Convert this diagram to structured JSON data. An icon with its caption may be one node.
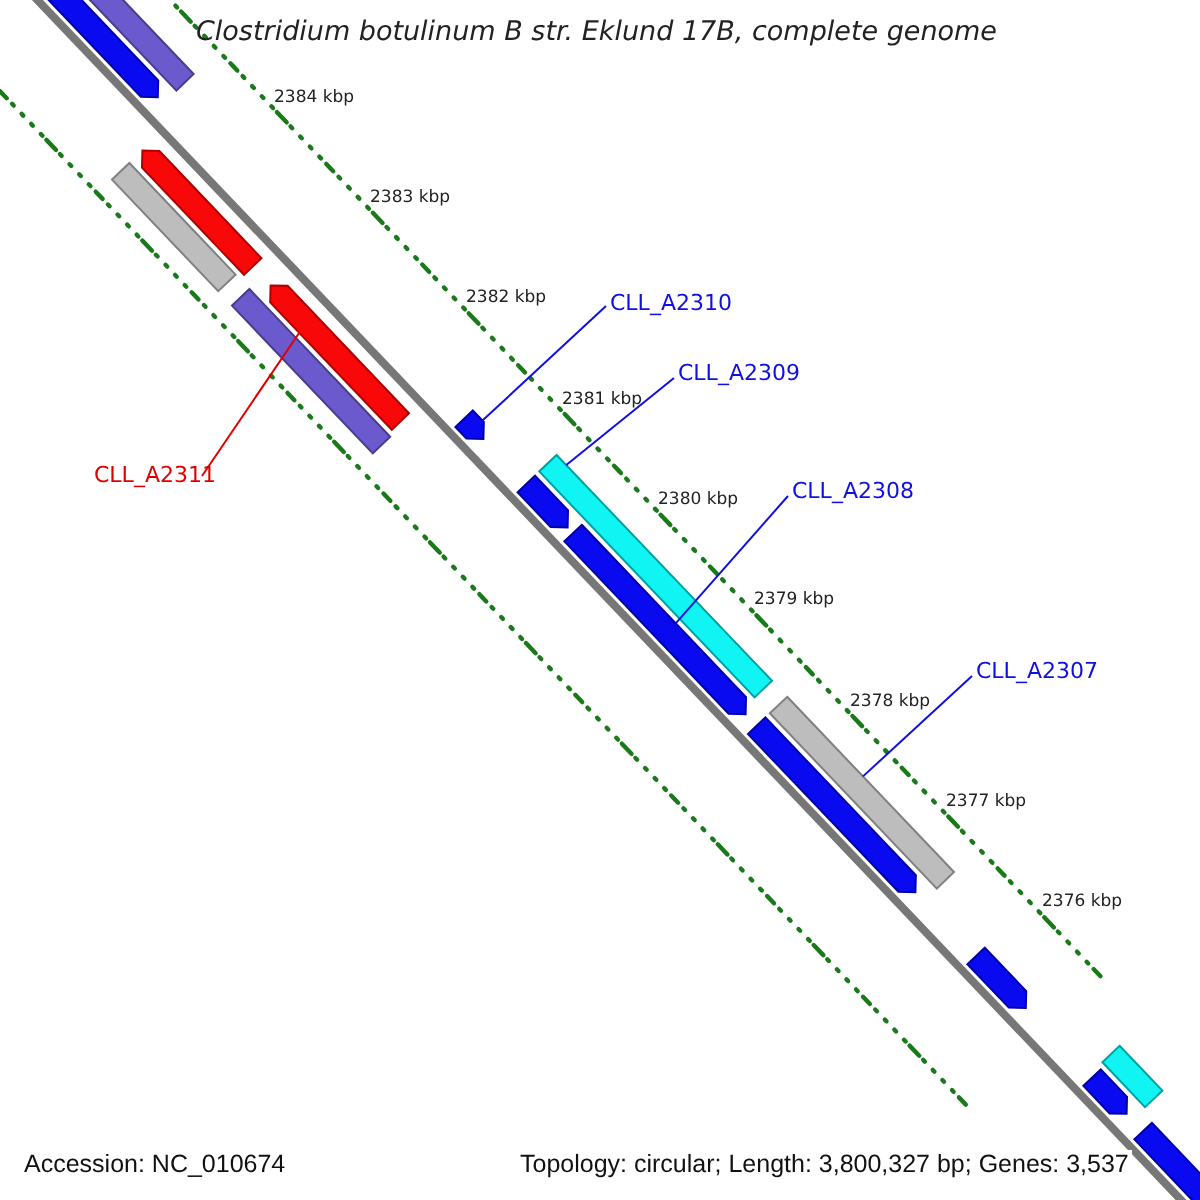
{
  "diagram": {
    "title": "Clostridium botulinum B str. Eklund 17B, complete genome",
    "nodes": [
      {
        "text": [
          "CLL_A2310"
        ]
      },
      {
        "text": [
          "CLL_A2309"
        ]
      },
      {
        "text": [
          "CLL_A2311"
        ]
      },
      {
        "text": [
          "CLL_A2308"
        ]
      },
      {
        "text": [
          "CLL_A2307"
        ]
      },
      {
        "text": [],
        "shape": "arrow"
      },
      {
        "text": [],
        "shape": "bar"
      },
      {
        "text": [],
        "shape": "arrow"
      },
      {
        "text": [],
        "shape": "bar"
      },
      {
        "text": [],
        "shape": "bar"
      },
      {
        "text": [],
        "shape": "arrow"
      },
      {
        "text": [],
        "shape": "arrow"
      },
      {
        "text": [],
        "shape": "arrow"
      },
      {
        "text": [],
        "shape": "bar"
      },
      {
        "text": [],
        "shape": "arrow"
      },
      {
        "text": [],
        "shape": "arrow"
      },
      {
        "text": [],
        "shape": "bar"
      },
      {
        "text": [],
        "shape": "arrow"
      },
      {
        "text": [],
        "shape": "arrow"
      },
      {
        "text": [],
        "shape": "bar"
      },
      {
        "text": [],
        "shape": "arrow"
      }
    ],
    "edges": [
      {
        "from": 0,
        "to": 11,
        "arrow": "none"
      },
      {
        "from": 1,
        "to": 13,
        "arrow": "none"
      },
      {
        "from": 2,
        "to": 10,
        "arrow": "none",
        "color": "#e00000"
      },
      {
        "from": 3,
        "to": 14,
        "arrow": "none"
      },
      {
        "from": 4,
        "to": 16,
        "arrow": "none"
      }
    ],
    "labels": [
      "2384 kbp",
      "2383 kbp",
      "2382 kbp",
      "2381 kbp",
      "2380 kbp",
      "2379 kbp",
      "2378 kbp",
      "2377 kbp",
      "2376 kbp",
      "Accession: NC_010674",
      "Topology: circular; Length: 3,800,327 bp; Genes: 3,537"
    ]
  }
}
